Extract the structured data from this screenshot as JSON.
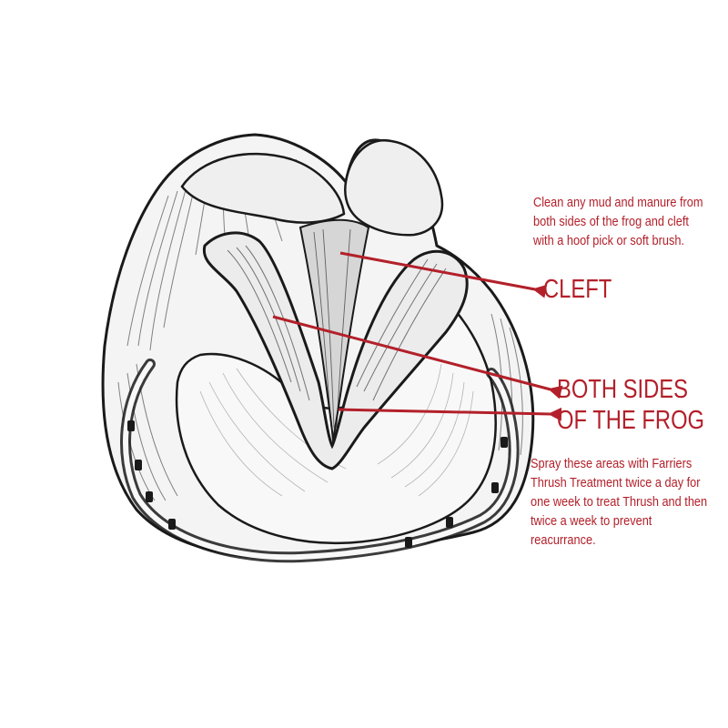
{
  "labels": {
    "cleft": "CLEFT",
    "frog_line1": "BOTH SIDES",
    "frog_line2": "OF THE FROG"
  },
  "instructions": {
    "cleaning": [
      "Clean any mud and manure from",
      "both sides of the frog and cleft",
      "with a hoof pick or soft brush."
    ],
    "treatment": [
      "Spray these areas with Farriers",
      "Thrush Treatment twice a day for",
      "one week to treat Thrush and then",
      "twice a week to prevent",
      "reacurrance."
    ]
  },
  "colors": {
    "accent": "#b3202a",
    "sketch": "#1a1a1a",
    "background": "#ffffff"
  }
}
